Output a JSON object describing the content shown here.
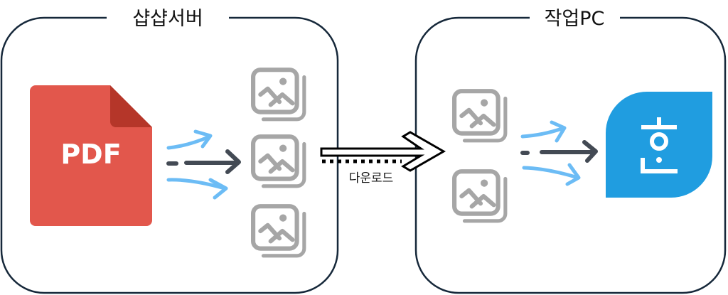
{
  "server_box": {
    "title": "샵샵서버"
  },
  "pdf_icon": {
    "label": "PDF"
  },
  "download_arrow": {
    "label": "다운로드"
  },
  "pc_box": {
    "title": "작업PC"
  },
  "colors": {
    "box_border": "#16283a",
    "pdf_red": "#e2574c",
    "pdf_fold": "#b53629",
    "image_gray": "#a6a6a6",
    "arrow_blue": "#6cbcf5",
    "arrow_dark": "#434a54",
    "hwp_blue": "#209de0"
  }
}
